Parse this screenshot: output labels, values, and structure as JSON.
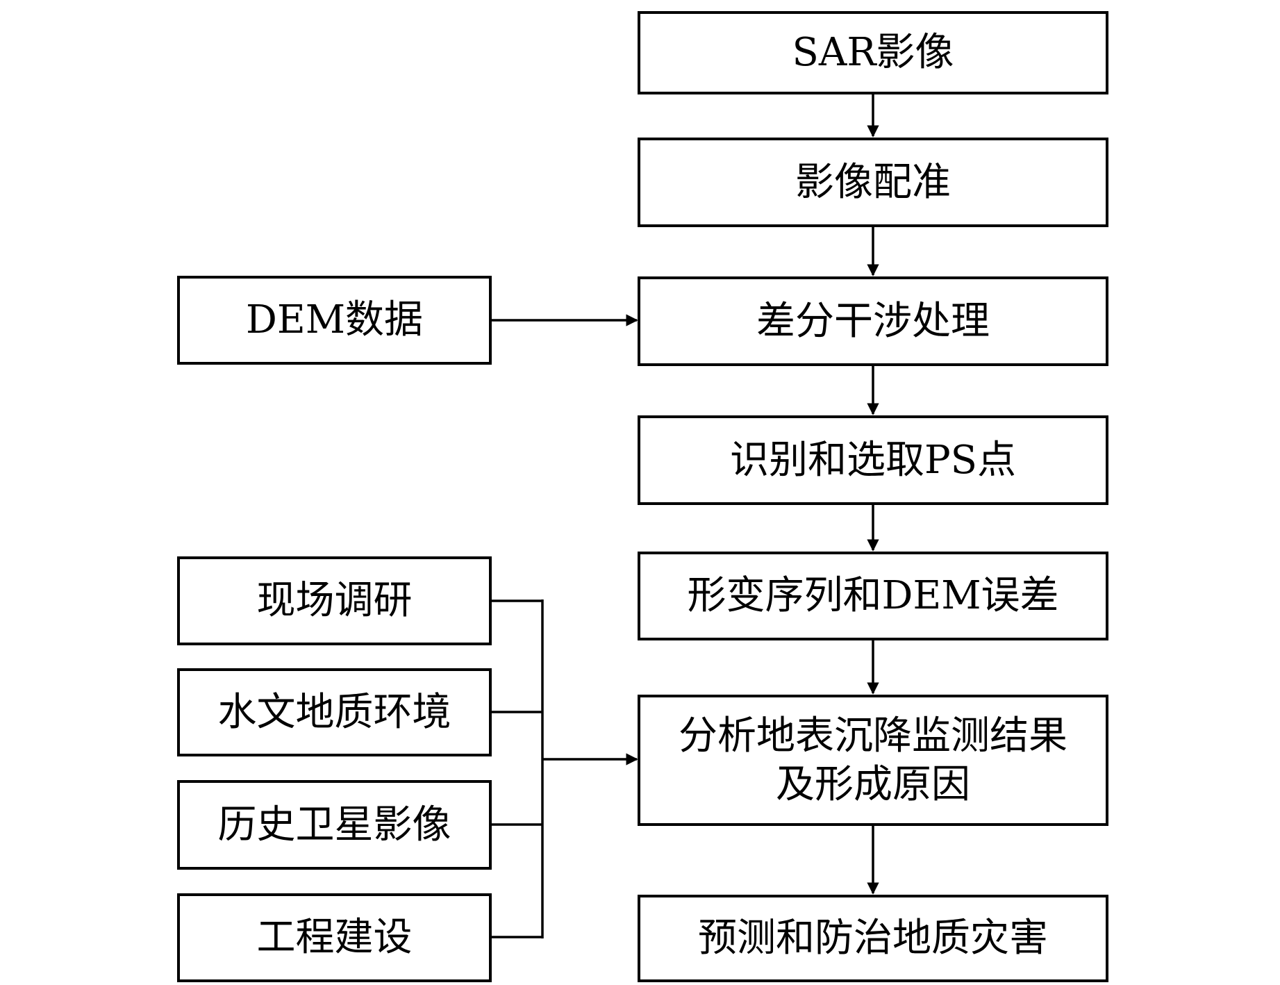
{
  "main_flow": {
    "sar": "SAR影像",
    "registration": "影像配准",
    "interferometry": "差分干涉处理",
    "ps_points": "识别和选取PS点",
    "deformation": "形变序列和DEM误差",
    "analysis_line1": "分析地表沉降监测结果",
    "analysis_line2": "及形成原因",
    "prediction": "预测和防治地质灾害"
  },
  "inputs": {
    "dem": "DEM数据",
    "field": "现场调研",
    "hydro": "水文地质环境",
    "satellite": "历史卫星影像",
    "engineering": "工程建设"
  }
}
